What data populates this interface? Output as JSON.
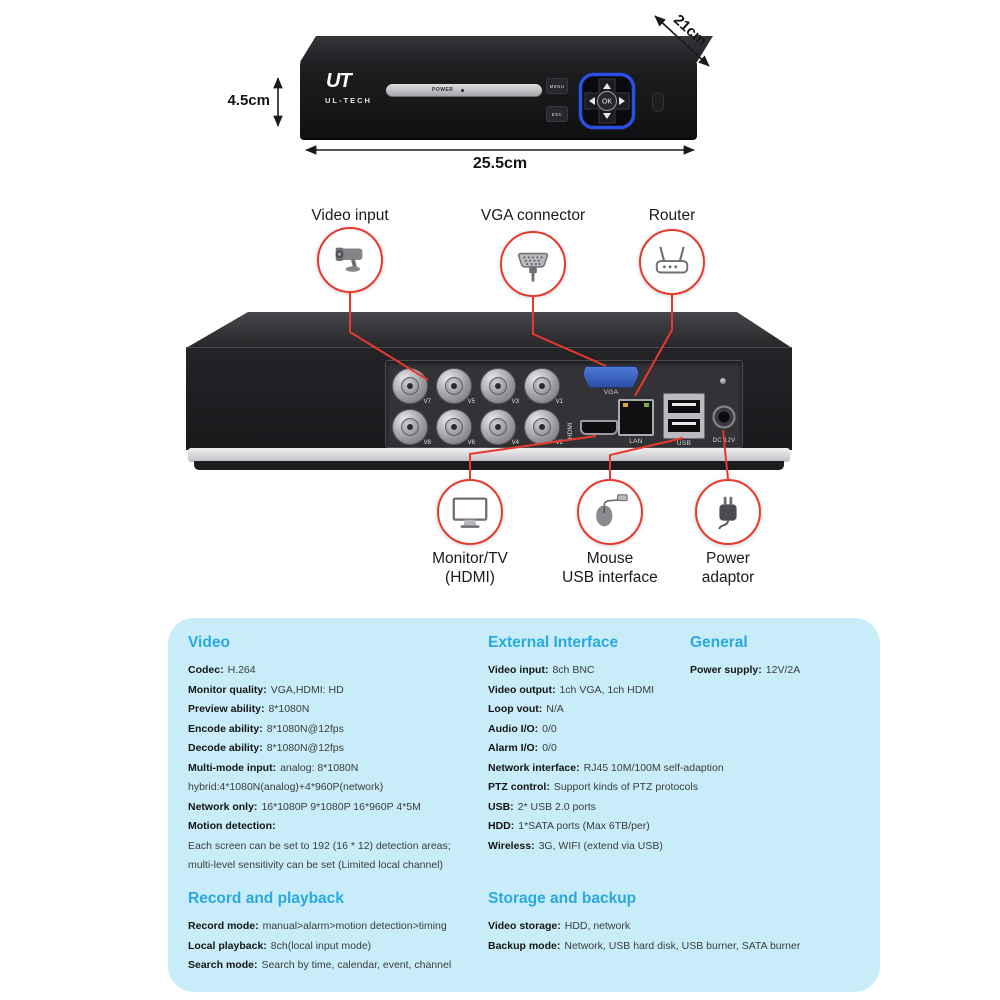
{
  "meta": {
    "accent_red": "#e8392e",
    "panel_bg": "#c8edf8",
    "heading_blue": "#29a9e1"
  },
  "dimensions": {
    "depth": "21cm",
    "height": "4.5cm",
    "width": "25.5cm"
  },
  "device": {
    "logo_short": "UT",
    "logo_name": "UL-TECH",
    "power_label": "POWER",
    "menu_button": "MENU",
    "esc_button": "ESC",
    "ok_button": "OK",
    "ports": {
      "bnc": [
        "V7",
        "V5",
        "V3",
        "V1",
        "V8",
        "V6",
        "V4",
        "V2"
      ],
      "vga": "VGA",
      "hdmi": "HDMI",
      "lan": "LAN",
      "usb": "USB",
      "dc": "DC 12V"
    }
  },
  "callouts": {
    "video_input": "Video input",
    "vga_connector": "VGA connector",
    "router": "Router",
    "monitor_line1": "Monitor/TV",
    "monitor_line2": "(HDMI)",
    "mouse_line1": "Mouse",
    "mouse_line2": "USB interface",
    "power_line1": "Power",
    "power_line2": "adaptor"
  },
  "specs": {
    "video": {
      "heading": "Video",
      "rows": [
        {
          "label": "Codec:",
          "value": "H.264"
        },
        {
          "label": "Monitor quality:",
          "value": "VGA,HDMI: HD"
        },
        {
          "label": "Preview ability:",
          "value": "8*1080N"
        },
        {
          "label": "Encode ability:",
          "value": "8*1080N@12fps"
        },
        {
          "label": "Decode ability:",
          "value": "8*1080N@12fps"
        },
        {
          "label": "Multi-mode input:",
          "value": "analog: 8*1080N"
        },
        {
          "label": "",
          "value": "hybrid:4*1080N(analog)+4*960P(network)"
        },
        {
          "label": "Network only:",
          "value": "16*1080P  9*1080P  16*960P  4*5M"
        },
        {
          "label": "Motion detection:",
          "value": ""
        },
        {
          "label": "",
          "value": "Each screen can be set to 192 (16 * 12) detection areas;"
        },
        {
          "label": "",
          "value": "multi-level sensitivity can be set (Limited local channel)"
        }
      ]
    },
    "external": {
      "heading": "External Interface",
      "rows": [
        {
          "label": "Video input:",
          "value": "8ch BNC"
        },
        {
          "label": "Video output:",
          "value": "1ch VGA, 1ch HDMI"
        },
        {
          "label": "Loop vout:",
          "value": "N/A"
        },
        {
          "label": "Audio I/O:",
          "value": "0/0"
        },
        {
          "label": "Alarm I/O:",
          "value": "0/0"
        },
        {
          "label": "Network interface:",
          "value": "RJ45 10M/100M self-adaption"
        },
        {
          "label": "PTZ control:",
          "value": "Support kinds of PTZ protocols"
        },
        {
          "label": "USB:",
          "value": "2* USB 2.0 ports"
        },
        {
          "label": "HDD:",
          "value": "1*SATA ports (Max 6TB/per)"
        },
        {
          "label": "Wireless:",
          "value": "3G, WIFI (extend via USB)"
        }
      ]
    },
    "general": {
      "heading": "General",
      "rows": [
        {
          "label": "Power supply:",
          "value": "12V/2A"
        }
      ]
    },
    "record": {
      "heading": "Record and playback",
      "rows": [
        {
          "label": "Record mode:",
          "value": "manual>alarm>motion detection>timing"
        },
        {
          "label": "Local playback:",
          "value": "8ch(local input mode)"
        },
        {
          "label": "Search mode:",
          "value": "Search by time, calendar, event, channel"
        }
      ]
    },
    "storage": {
      "heading": "Storage and backup",
      "rows": [
        {
          "label": "Video storage:",
          "value": "HDD, network"
        },
        {
          "label": "Backup mode:",
          "value": "Network, USB hard disk, USB burner, SATA burner"
        }
      ]
    }
  }
}
